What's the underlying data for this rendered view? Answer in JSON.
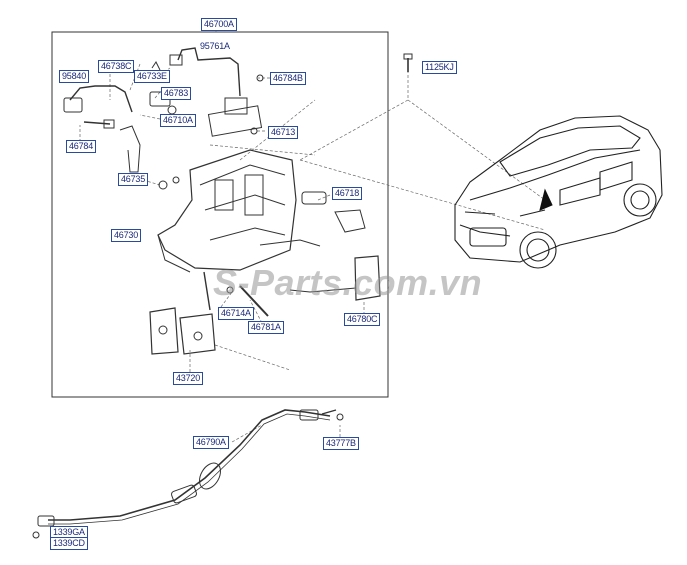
{
  "parts": {
    "p46700A": "46700A",
    "p95761A": "95761A",
    "p1125KJ": "1125KJ",
    "p46738C": "46738C",
    "p95840": "95840",
    "p46733E": "46733E",
    "p46784B": "46784B",
    "p46783": "46783",
    "p46710A": "46710A",
    "p46713": "46713",
    "p46784": "46784",
    "p46735": "46735",
    "p46718": "46718",
    "p46730": "46730",
    "p46714A": "46714A",
    "p46781A": "46781A",
    "p46780C": "46780C",
    "p43720": "43720",
    "p43777B": "43777B",
    "p46790A": "46790A",
    "p1339GA": "1339GA",
    "p1339CD": "1339CD"
  },
  "watermark": "S-Parts.com.vn",
  "colors": {
    "label_border": "#2a4aa0",
    "label_text": "#1a2a7a",
    "line": "#333333",
    "leader": "#555555"
  }
}
